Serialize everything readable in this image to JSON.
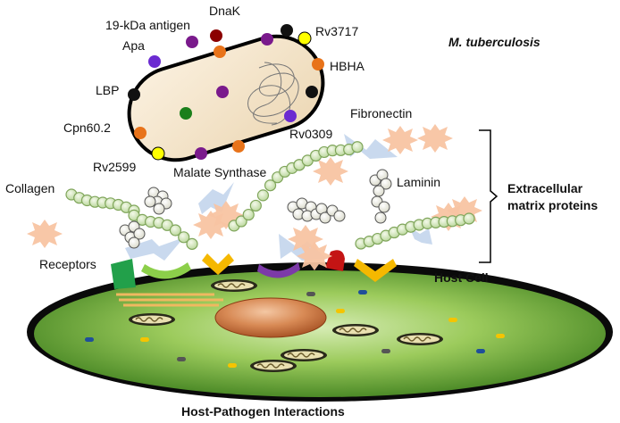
{
  "organism": "M. tuberculosis",
  "bacterial_proteins": {
    "dnak": "DnaK",
    "antigen_19kda": "19-kDa antigen",
    "apa": "Apa",
    "rv3717": "Rv3717",
    "hbha": "HBHA",
    "lbp": "LBP",
    "cpn60_2": "Cpn60.2",
    "rv0309": "Rv0309",
    "rv2599": "Rv2599",
    "malate_synthase": "Malate Synthase"
  },
  "ecm": {
    "fibronectin": "Fibronectin",
    "collagen": "Collagen",
    "laminin": "Laminin",
    "bracket_label_line1": "Extracellular",
    "bracket_label_line2": "matrix proteins"
  },
  "host": {
    "receptors": "Receptors",
    "host_cell": "Host Cell"
  },
  "caption": "Host-Pathogen Interactions",
  "colors": {
    "bacterium_fill": "#f6e8d2",
    "bacterium_stroke": "#000000",
    "dot_black": "#111111",
    "dot_purple": "#7a1a8c",
    "dot_violet": "#6b2bd1",
    "dot_orange": "#e8731a",
    "dot_yellow": "#ffff00",
    "dot_darkred": "#8b0000",
    "dot_green": "#1b7f1b",
    "matrix_protein": "#f8c8a8",
    "collagen_bead": "#d3e6b8",
    "laminin_bead": "#efefe6",
    "adhesion_arrow": "#c9d9ee",
    "host_cell_green": "#7bb33a",
    "nucleus": "#c9703a",
    "receptor_green": "#22a04a",
    "receptor_lightgreen": "#8ccf4a",
    "receptor_yellow": "#f5b800",
    "receptor_purple": "#7c3aa8",
    "receptor_red": "#c41414"
  }
}
